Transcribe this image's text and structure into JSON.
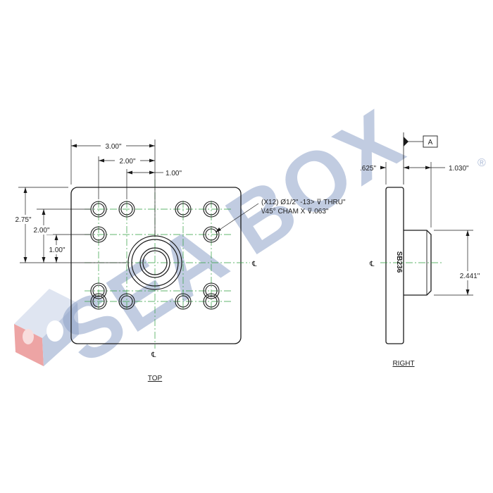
{
  "watermark": {
    "brand": "SEA BOX",
    "registered_mark": "®",
    "colors": {
      "text": "#8fa3c9",
      "cube_red": "#e05a5a",
      "cube_blue": "#8fa3c9"
    }
  },
  "top_view": {
    "label": "TOP",
    "dims": {
      "width_total": "3.00\"",
      "width_mid": "2.00\"",
      "width_half": "1.00\"",
      "height_total": "2.75\"",
      "height_mid": "2.00\"",
      "height_small": "1.00\""
    },
    "callout": {
      "line1": "(X12) Ø1/2\" -13> ⊽ THRU\"",
      "line2": "\\/45° CHAM X ⊽.063\""
    },
    "centerline_symbol": "℄"
  },
  "right_view": {
    "label": "RIGHT",
    "datum": "A",
    "dims": {
      "flange_thickness": ".625\"",
      "boss_length": "1.030\"",
      "boss_diameter": "2.441\""
    },
    "part_marking": "SB236",
    "centerline_symbol": "℄"
  },
  "colors": {
    "lines": "#1a1a1a",
    "centerlines": "#2e9e3e"
  }
}
